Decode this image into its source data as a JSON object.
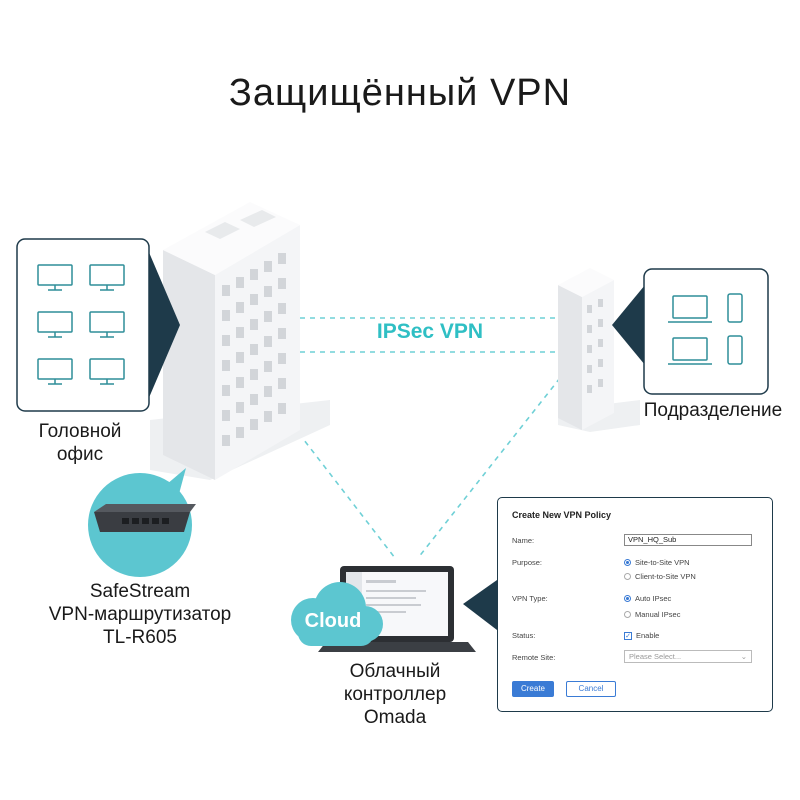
{
  "title": "Защищённый VPN",
  "tunnel_label": "IPSec VPN",
  "headquarters": {
    "label_line1": "Головной",
    "label_line2": "офис"
  },
  "branch": {
    "label": "Подразделение"
  },
  "router": {
    "label_line1": "SafeStream",
    "label_line2": "VPN-маршрутизатор",
    "label_line3": "TL-R605"
  },
  "controller": {
    "cloud_text": "Cloud",
    "label_line1": "Облачный",
    "label_line2": "контроллер",
    "label_line3": "Omada"
  },
  "vpn_policy": {
    "title": "Create New VPN Policy",
    "name_label": "Name:",
    "name_value": "VPN_HQ_Sub",
    "purpose_label": "Purpose:",
    "purpose_options": [
      "Site-to-Site VPN",
      "Client-to-Site VPN"
    ],
    "purpose_selected": "Site-to-Site VPN",
    "vpn_type_label": "VPN Type:",
    "vpn_type_options": [
      "Auto IPsec",
      "Manual IPsec"
    ],
    "vpn_type_selected": "Auto IPsec",
    "status_label": "Status:",
    "status_value": "Enable",
    "remote_site_label": "Remote Site:",
    "remote_site_placeholder": "Please Select...",
    "create_label": "Create",
    "cancel_label": "Cancel"
  },
  "colors": {
    "accent": "#2fbfc4",
    "dark_teal": "#1e3a4a",
    "button_blue": "#3a7bd5",
    "cloud": "#5cc6d0"
  }
}
